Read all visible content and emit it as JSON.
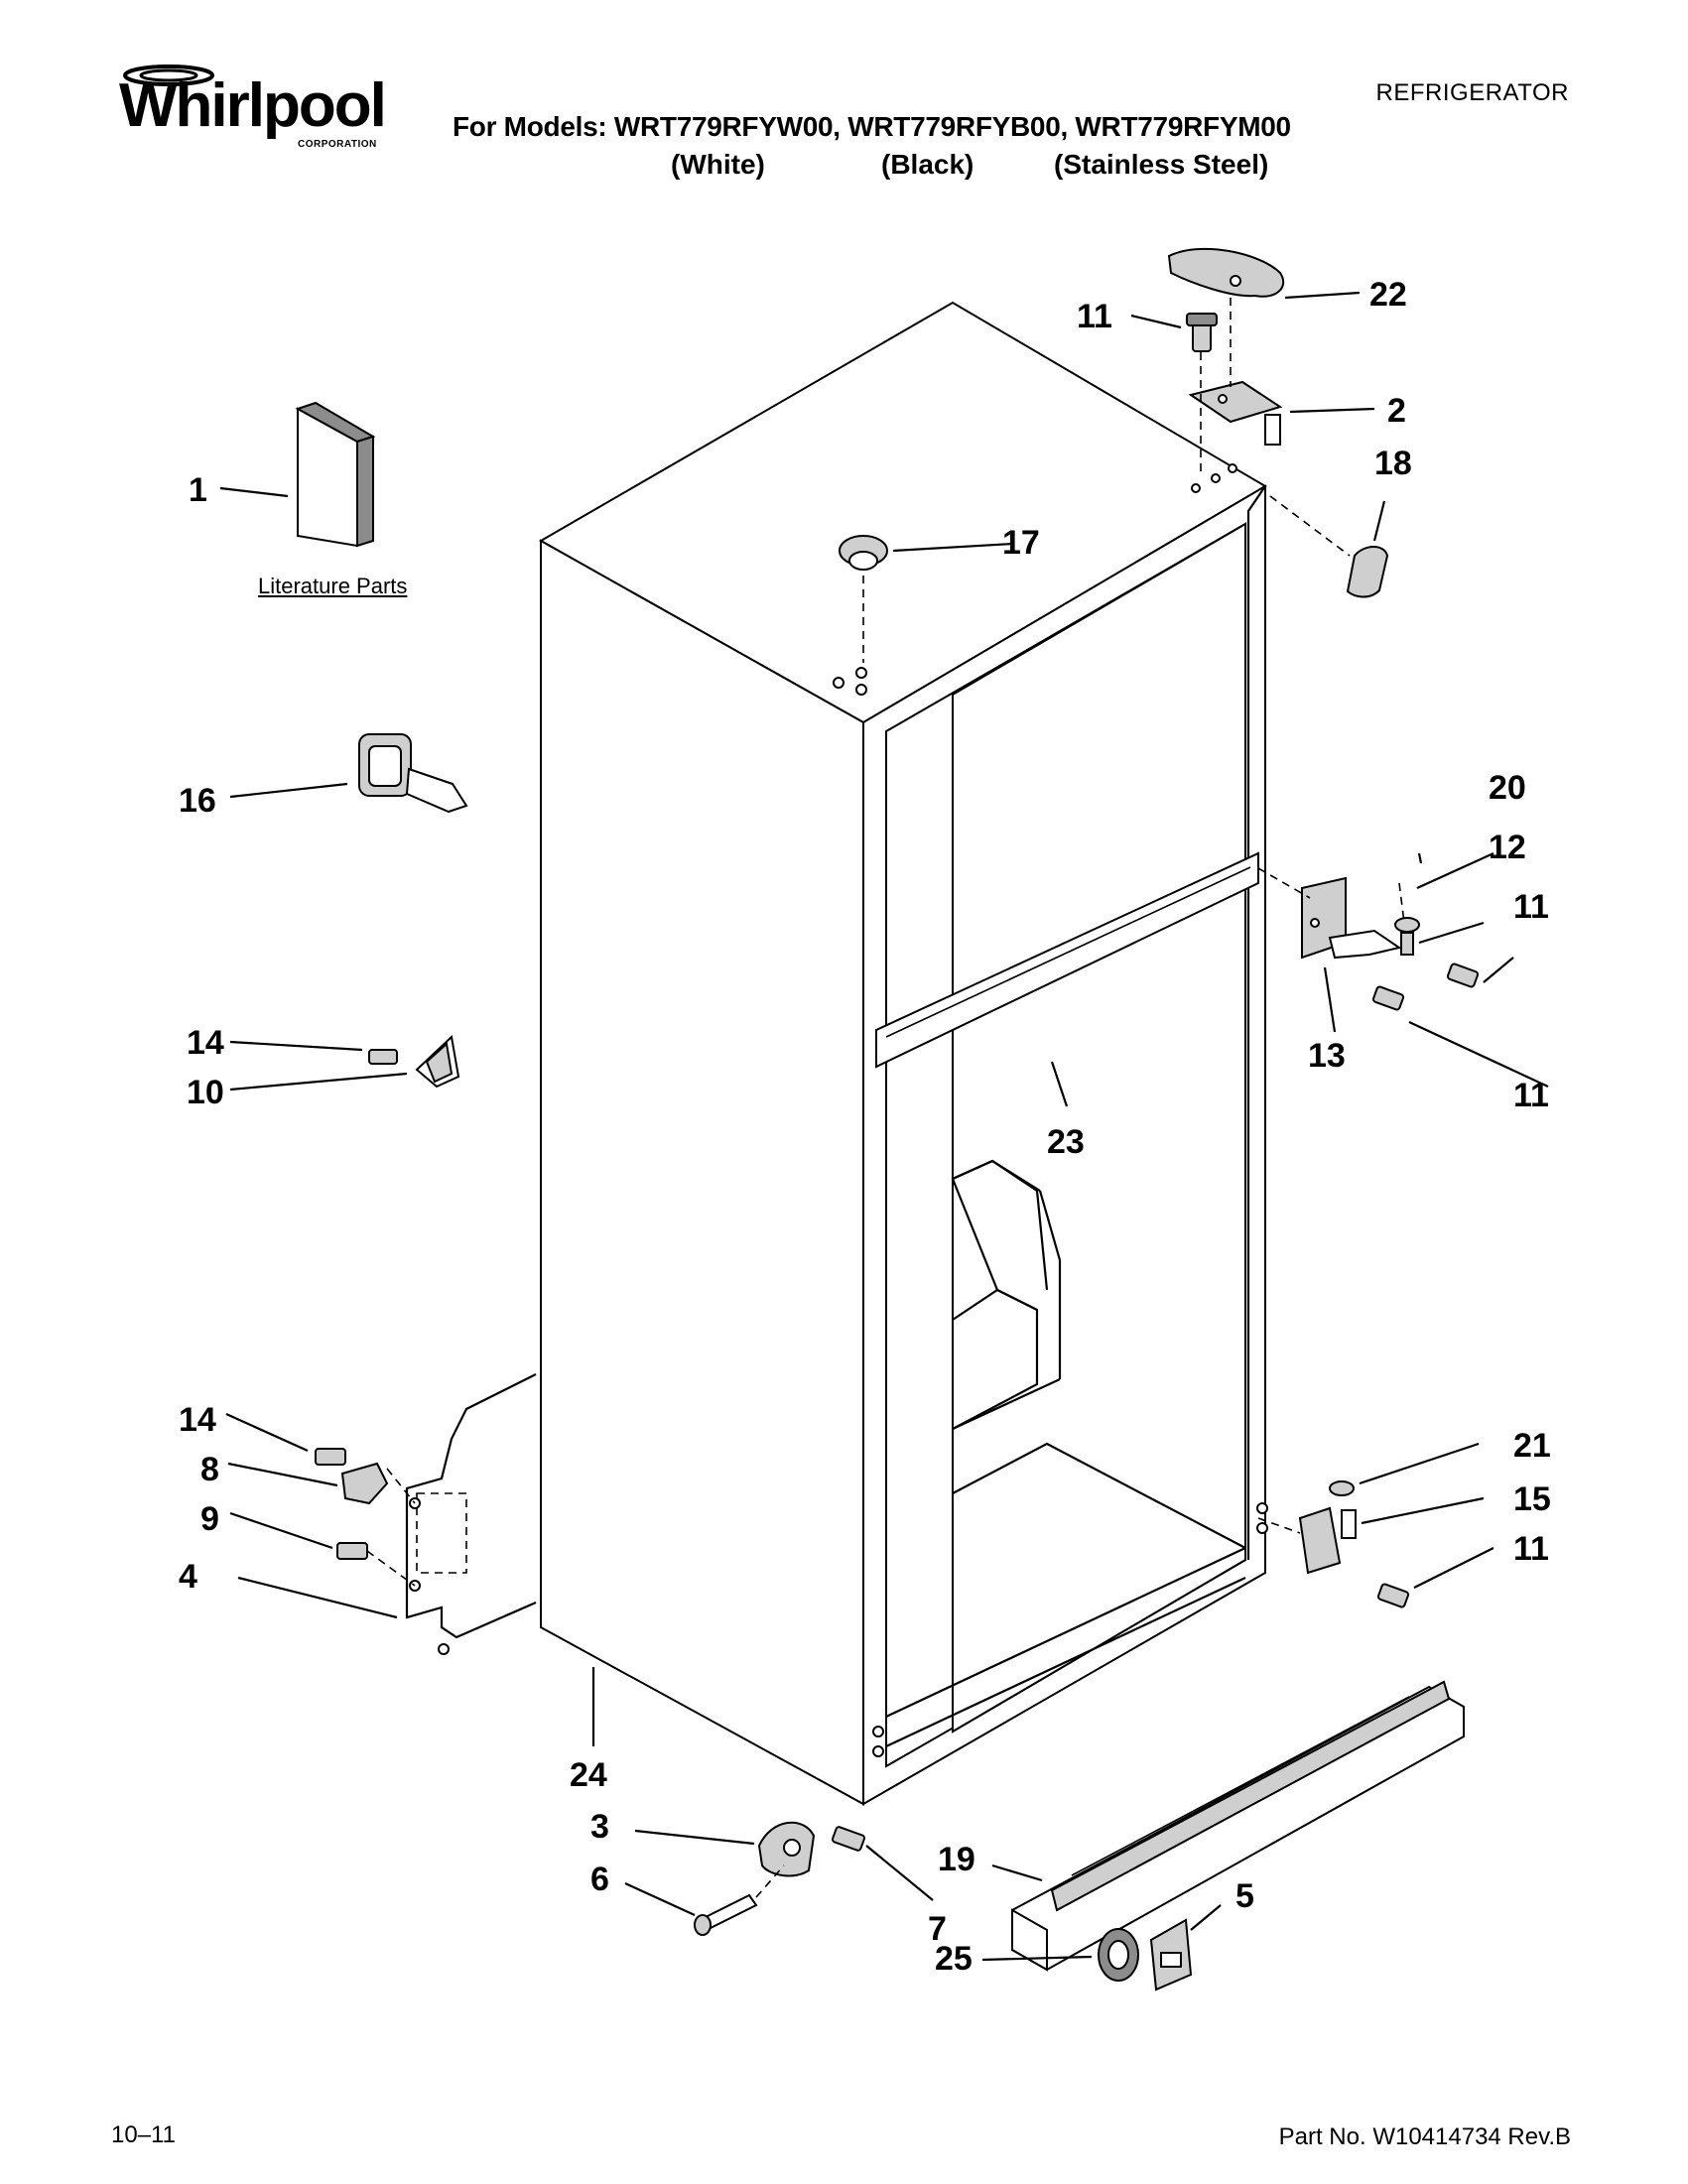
{
  "header": {
    "brand": "Whirlpool",
    "brand_sub": "CORPORATION",
    "doc_category": "REFRIGERATOR",
    "models_line": "For Models: WRT779RFYW00, WRT779RFYB00, WRT779RFYM00",
    "variants": [
      "(White)",
      "(Black)",
      "(Stainless Steel)"
    ]
  },
  "literature_label": "Literature Parts",
  "callouts": [
    "1",
    "2",
    "3",
    "4",
    "5",
    "6",
    "7",
    "8",
    "9",
    "10",
    "11",
    "11",
    "11",
    "11",
    "12",
    "13",
    "14",
    "14",
    "15",
    "16",
    "17",
    "18",
    "19",
    "20",
    "21",
    "22",
    "23",
    "24",
    "25"
  ],
  "footer": {
    "date": "10–11",
    "part_number": "Part No. W10414734 Rev.B"
  }
}
